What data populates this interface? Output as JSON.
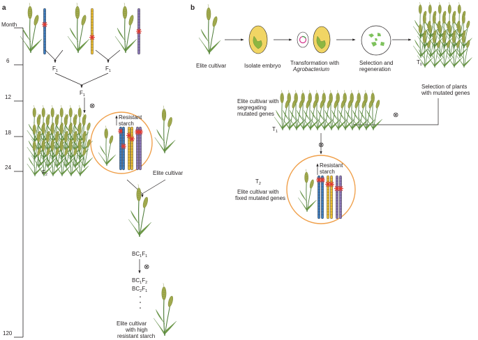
{
  "colors": {
    "stem": "#4f7d3a",
    "leaf": "#6e9a45",
    "spike": "#a0a94d",
    "spikeDark": "#7c8738",
    "circle": "#f0a04b",
    "chromBlue": "#3e7fc1",
    "chromYellow": "#f2c230",
    "chromPurple": "#8b78b8",
    "mutation": "#e2382f",
    "embryo": "#f1d564",
    "embryoInner": "#8db641",
    "dish": "#7ec25c",
    "plasmid": "#d6378e"
  },
  "panelA": {
    "letter": "a",
    "axisTitle": "Month",
    "ticks": [
      "6",
      "12",
      "18",
      "24",
      "120"
    ],
    "f1a": "F",
    "f1aSub": "1",
    "f1b": "F",
    "f1bSub": "1",
    "f1c": "F",
    "f1cSub": "1",
    "f2": "F",
    "f2Sub": "2",
    "resistantLine1": "Resistant",
    "resistantLine2": "starch",
    "eliteCultivar": "Elite cultivar",
    "bc1f1": [
      "BC",
      "1",
      "F",
      "1"
    ],
    "bc1f2": [
      "BC",
      "1",
      "F",
      "2"
    ],
    "bc2f1": [
      "BC",
      "2",
      "F",
      "1"
    ],
    "finalLine1": "Elite cultivar",
    "finalLine2": "with high",
    "finalLine3": "resistant starch",
    "selfSymbol": "⊗"
  },
  "panelB": {
    "letter": "b",
    "step1": "Elite cultivar",
    "step2": "Isolate embryo",
    "step3Line1": "Transformation with",
    "step3Line2": "Agrobacterium",
    "step4Line1": "Selection and",
    "step4Line2": "regeneration",
    "t0": "T",
    "t0Sub": "0",
    "selectLine1": "Selection of plants",
    "selectLine2": "with mutated genes",
    "segLine1": "Elite cultivar with",
    "segLine2": "segregating",
    "segLine3": "mutated genes",
    "t1": "T",
    "t1Sub": "1",
    "t2": "T",
    "t2Sub": "2",
    "fixedLine1": "Elite cultivar with",
    "fixedLine2": "fixed mutated genes",
    "resistantLine1": "Resistant",
    "resistantLine2": "starch",
    "selfSymbol": "⊗"
  }
}
